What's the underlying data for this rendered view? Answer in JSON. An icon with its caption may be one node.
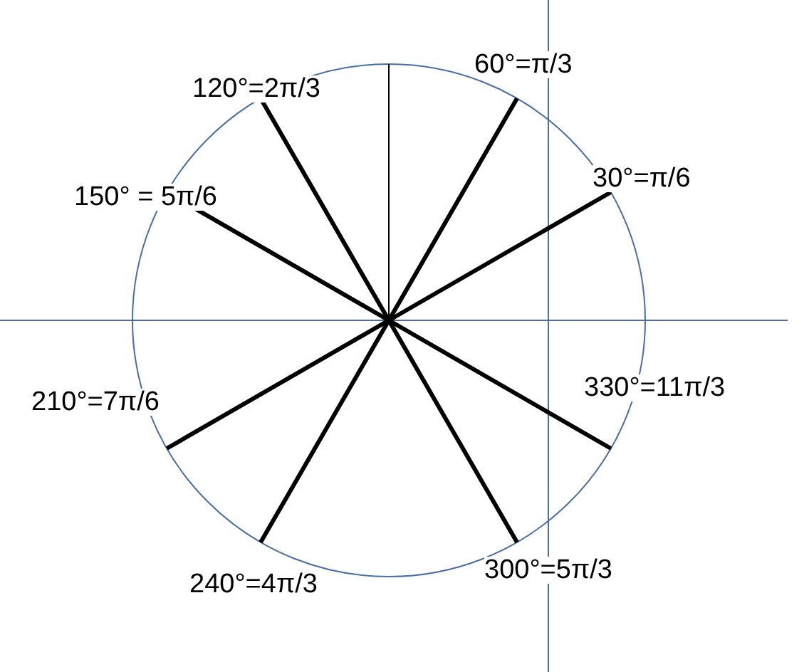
{
  "diagram": {
    "labels": [
      "60°=π/3",
      "120°=2π/3",
      "30°=π/6",
      "150° = 5π/6",
      "210°=7π/6",
      "330°=11π/3",
      "240°=4π/3",
      "300°=5π/3"
    ]
  }
}
